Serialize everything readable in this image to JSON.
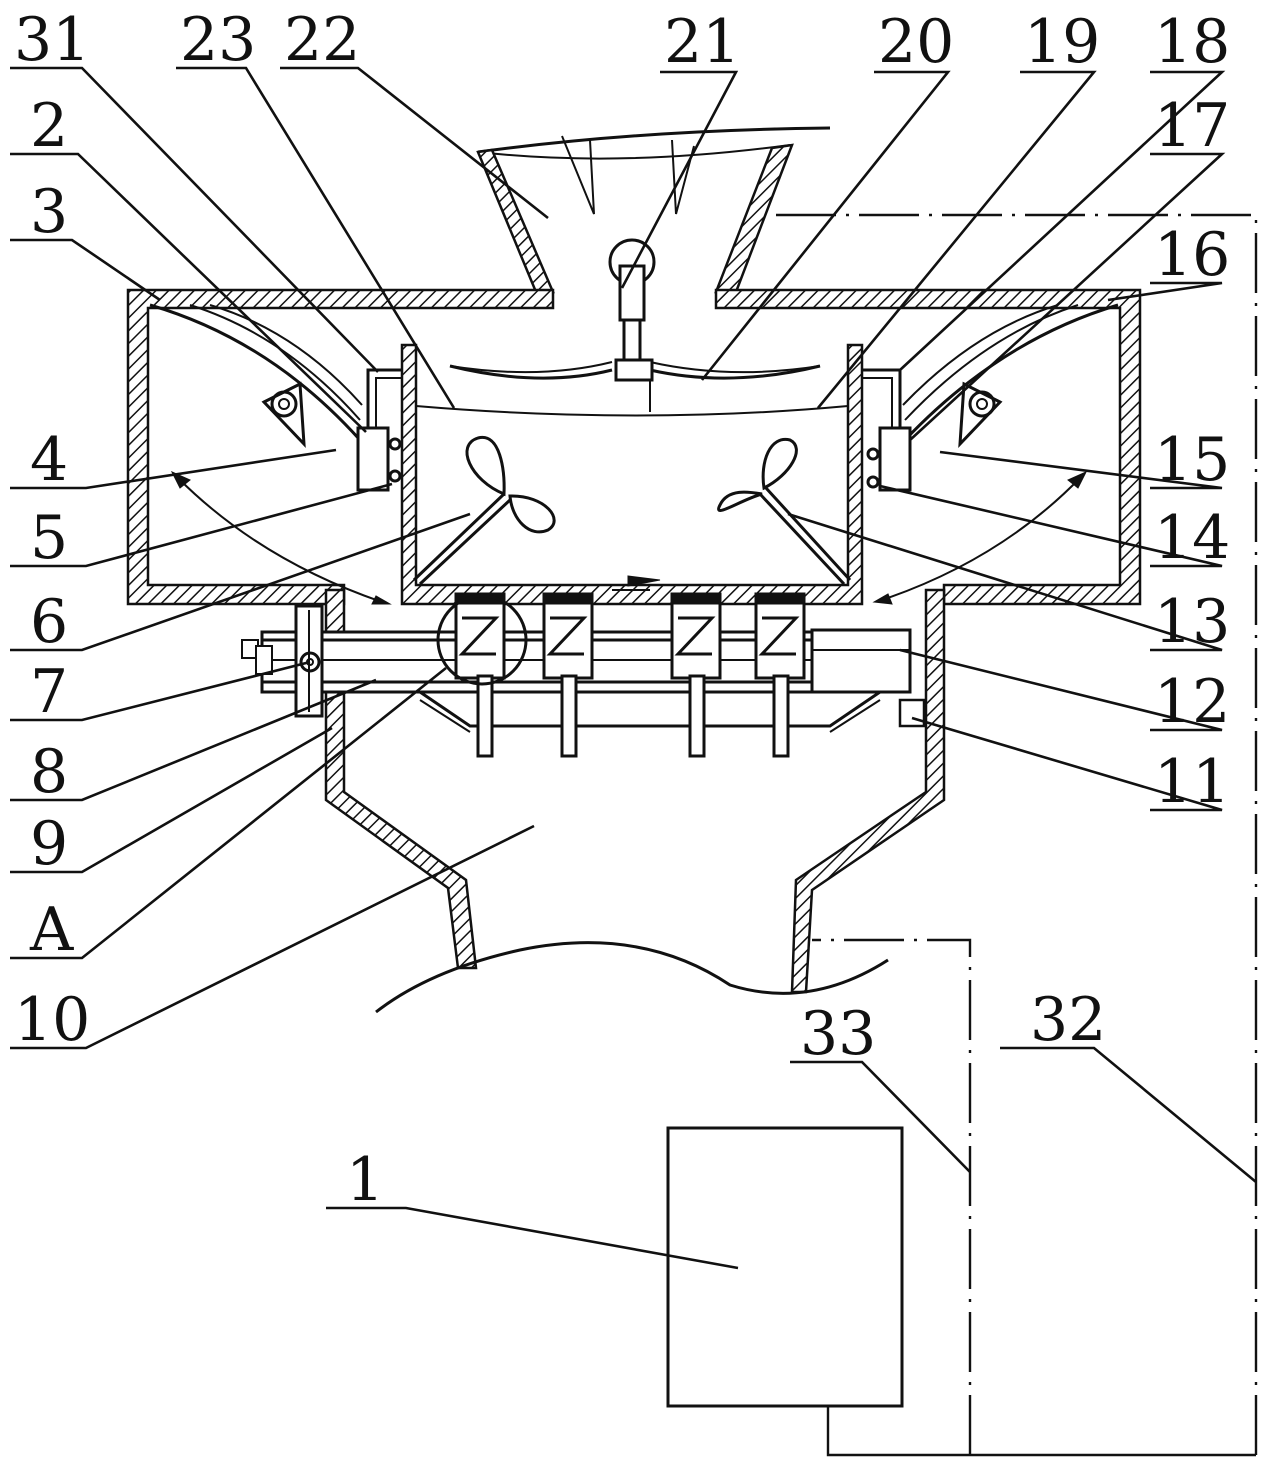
{
  "callouts": {
    "n1": "1",
    "n2": "2",
    "n3": "3",
    "n4": "4",
    "n5": "5",
    "n6": "6",
    "n7": "7",
    "n8": "8",
    "n9": "9",
    "nA": "A",
    "n10": "10",
    "n11": "11",
    "n12": "12",
    "n13": "13",
    "n14": "14",
    "n15": "15",
    "n16": "16",
    "n17": "17",
    "n18": "18",
    "n19": "19",
    "n20": "20",
    "n21": "21",
    "n22": "22",
    "n23": "23",
    "n31": "31",
    "n32": "32",
    "n33": "33"
  }
}
